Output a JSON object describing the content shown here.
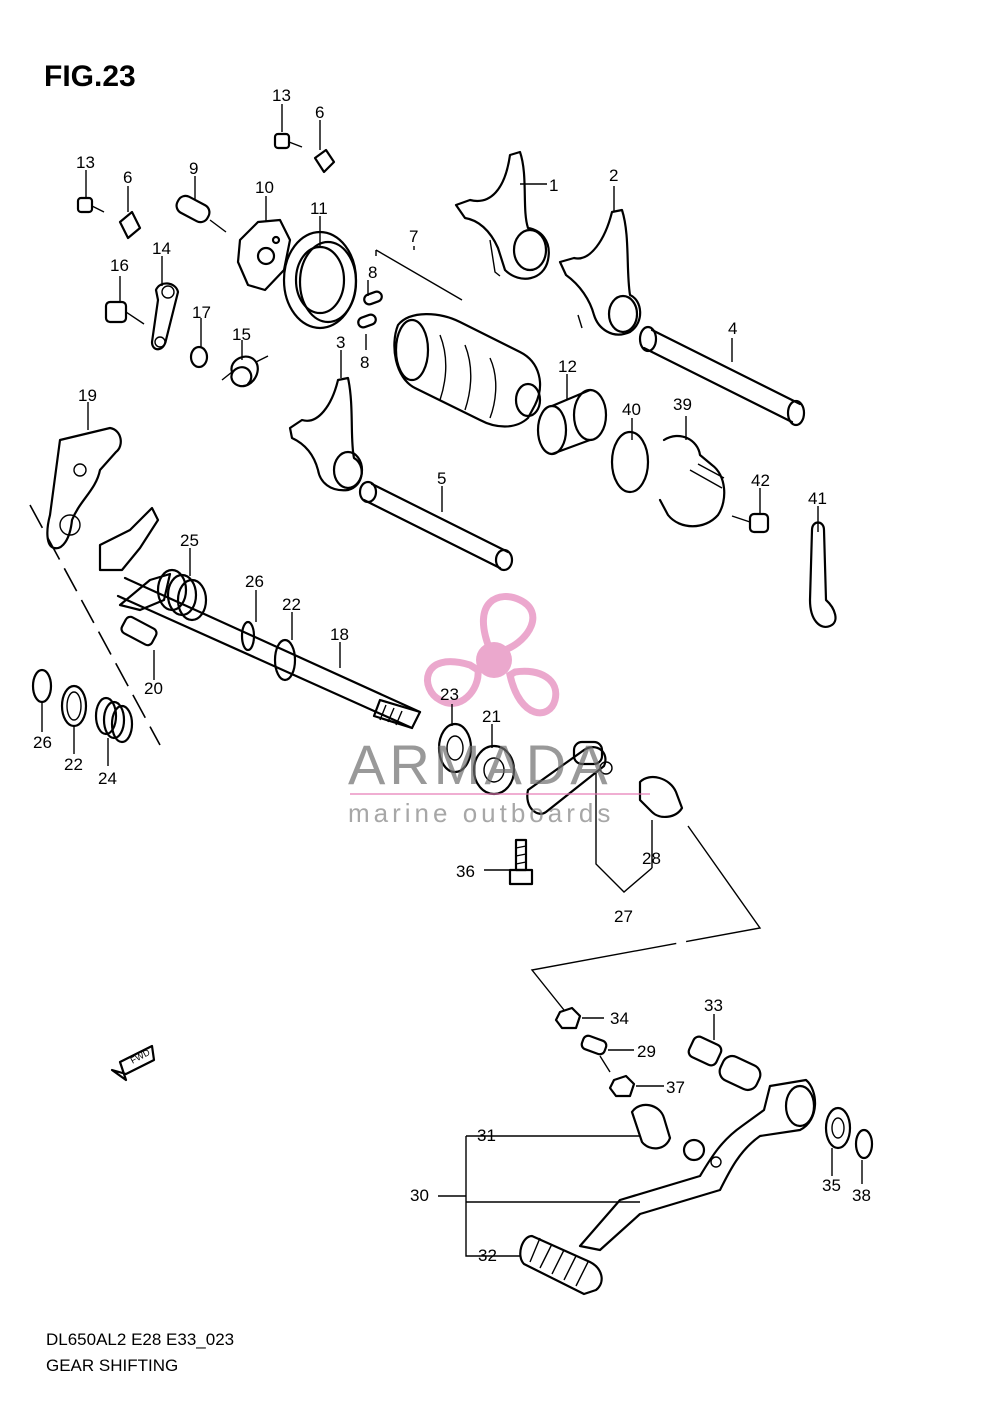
{
  "figure": {
    "title": "FIG.23",
    "model_code": "DL650AL2 E28 E33_023",
    "section_name": "GEAR SHIFTING"
  },
  "watermark": {
    "brand": "ARMADA",
    "tagline": "marine outboards",
    "colors": {
      "pink": "#e58bbd",
      "gray": "#7d7d7d"
    }
  },
  "direction_marker": {
    "label": "FWD",
    "icon": "fwd-arrow-icon"
  },
  "callouts": [
    "1",
    "2",
    "3",
    "4",
    "5",
    "6",
    "6",
    "7",
    "8",
    "8",
    "9",
    "10",
    "11",
    "12",
    "13",
    "13",
    "14",
    "15",
    "16",
    "17",
    "18",
    "19",
    "20",
    "21",
    "22",
    "22",
    "23",
    "24",
    "25",
    "26",
    "26",
    "27",
    "28",
    "29",
    "30",
    "31",
    "32",
    "33",
    "34",
    "35",
    "36",
    "37",
    "38",
    "39",
    "40",
    "41",
    "42"
  ]
}
